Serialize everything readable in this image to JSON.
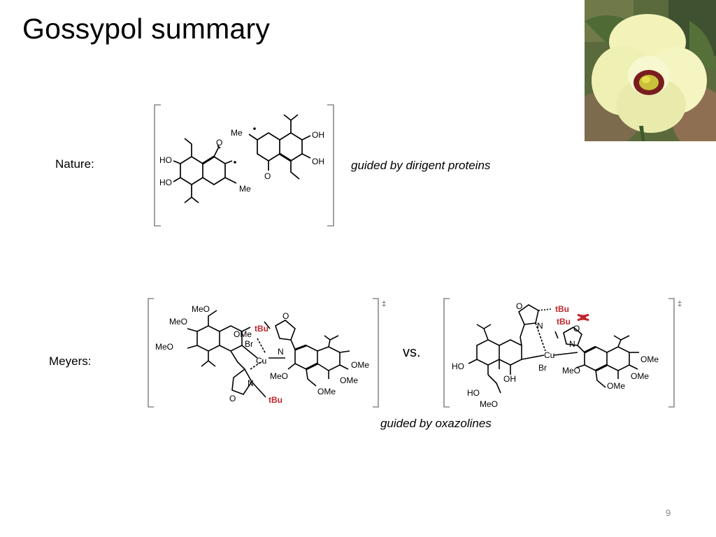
{
  "slide": {
    "title": "Gossypol summary",
    "page_number": "9"
  },
  "nature": {
    "label": "Nature:",
    "caption": "guided by dirigent proteins",
    "structure_labels": {
      "ho1": "HO",
      "ho2": "HO",
      "oh1": "OH",
      "oh2": "OH",
      "me1": "Me",
      "me2": "Me",
      "o1": "O",
      "o2": "O"
    }
  },
  "meyers": {
    "label": "Meyers:",
    "vs": "vs.",
    "caption": "guided by oxazolines",
    "ts1_labels": {
      "meo_top": "MeO",
      "meo1": "MeO",
      "meo2": "MeO",
      "ome1": "OMe",
      "tbu_top": "tBu",
      "br": "Br",
      "cu": "Cu",
      "n1": "N",
      "o_ring1": "O",
      "meo3": "MeO",
      "ome2": "OMe",
      "ome3": "OMe",
      "ome4": "OMe",
      "n2": "N",
      "o_ring2": "O",
      "tbu_bottom": "tBu",
      "dagger": "‡"
    },
    "ts2_labels": {
      "o_top": "O",
      "n_top": "N",
      "tbu1": "tBu",
      "tbu2": "tBu",
      "o_ring": "O",
      "n2": "N",
      "cu": "Cu",
      "br": "Br",
      "ho1": "HO",
      "ho2": "HO",
      "oh": "OH",
      "meo1": "MeO",
      "meo2": "MeO",
      "ome1": "OMe",
      "ome2": "OMe",
      "ome3": "OMe",
      "dagger": "‡"
    }
  },
  "colors": {
    "accent_red": "#c0272d",
    "bracket_gray": "#8a8a8a"
  }
}
